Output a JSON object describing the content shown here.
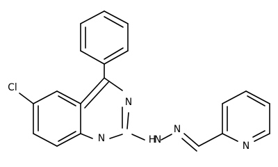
{
  "molecule": {
    "atom_labels": {
      "chlorine": "Cl",
      "ring_n3": "N",
      "ring_n1": "N",
      "hydrazone_nh": "H",
      "hydrazone_nh_n": "N",
      "hydrazone_n": "N",
      "pyridine_n": "N"
    }
  }
}
